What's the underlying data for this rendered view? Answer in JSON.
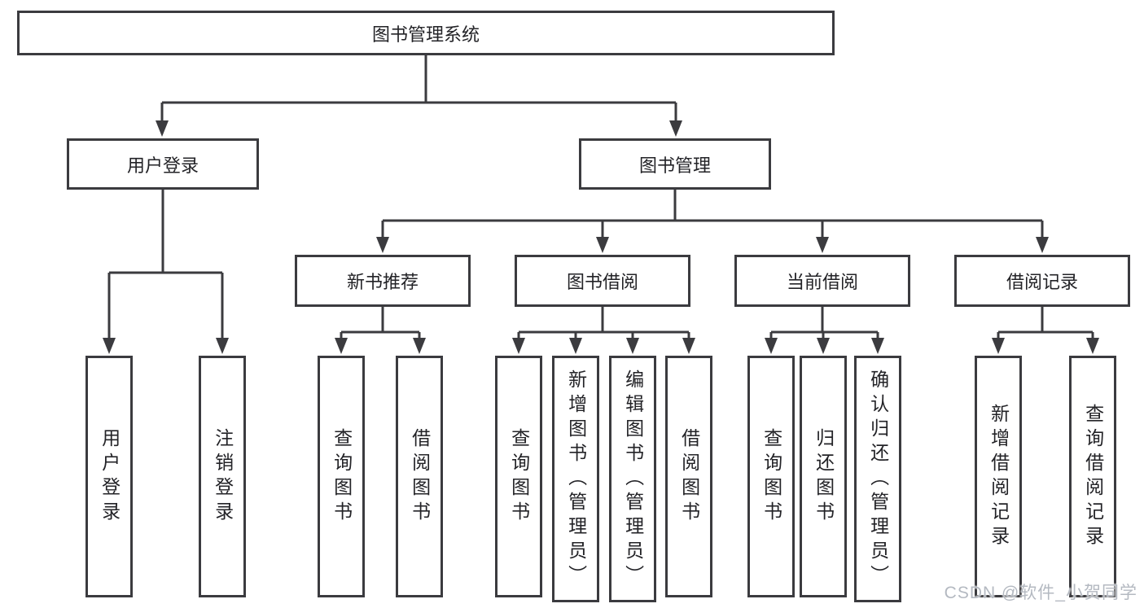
{
  "diagram": {
    "root": {
      "label": "图书管理系统"
    },
    "branches": [
      {
        "label": "用户登录",
        "children": [
          {
            "label": "用户登录"
          },
          {
            "label": "注销登录"
          }
        ]
      },
      {
        "label": "图书管理",
        "children": [
          {
            "label": "新书推荐",
            "children": [
              {
                "label": "查询图书"
              },
              {
                "label": "借阅图书"
              }
            ]
          },
          {
            "label": "图书借阅",
            "children": [
              {
                "label": "查询图书"
              },
              {
                "label": "新增图书（管理员）"
              },
              {
                "label": "编辑图书（管理员）"
              },
              {
                "label": "借阅图书"
              }
            ]
          },
          {
            "label": "当前借阅",
            "children": [
              {
                "label": "查询图书"
              },
              {
                "label": "归还图书"
              },
              {
                "label": "确认归还（管理员）"
              }
            ]
          },
          {
            "label": "借阅记录",
            "children": [
              {
                "label": "新增借阅记录"
              },
              {
                "label": "查询借阅记录"
              }
            ]
          }
        ]
      }
    ]
  },
  "watermark": {
    "text": "CSDN @软件_小贺同学"
  },
  "colors": {
    "line": "#3b3b3f",
    "border": "#3b3b3f",
    "text": "#232327",
    "background": "#ffffff",
    "watermark": "#b4b9c1"
  }
}
